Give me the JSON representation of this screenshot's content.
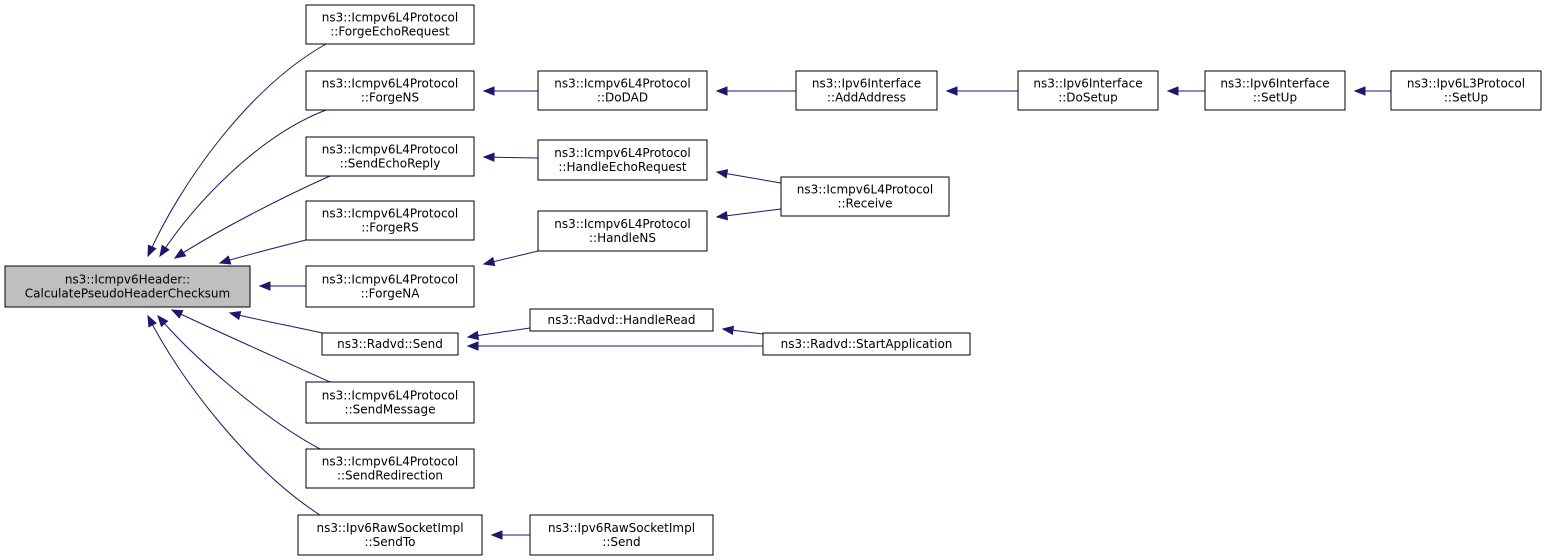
{
  "diagram": {
    "nodes": [
      {
        "id": "root",
        "lines": [
          "ns3::Icmpv6Header::",
          "CalculatePseudoHeaderChecksum"
        ],
        "root": true
      },
      {
        "id": "forge_echo_request",
        "lines": [
          "ns3::Icmpv6L4Protocol",
          "::ForgeEchoRequest"
        ]
      },
      {
        "id": "forge_ns",
        "lines": [
          "ns3::Icmpv6L4Protocol",
          "::ForgeNS"
        ]
      },
      {
        "id": "send_echo_reply",
        "lines": [
          "ns3::Icmpv6L4Protocol",
          "::SendEchoReply"
        ]
      },
      {
        "id": "forge_rs",
        "lines": [
          "ns3::Icmpv6L4Protocol",
          "::ForgeRS"
        ]
      },
      {
        "id": "forge_na",
        "lines": [
          "ns3::Icmpv6L4Protocol",
          "::ForgeNA"
        ]
      },
      {
        "id": "radvd_send",
        "lines": [
          "ns3::Radvd::Send"
        ]
      },
      {
        "id": "send_message",
        "lines": [
          "ns3::Icmpv6L4Protocol",
          "::SendMessage"
        ]
      },
      {
        "id": "send_redirection",
        "lines": [
          "ns3::Icmpv6L4Protocol",
          "::SendRedirection"
        ]
      },
      {
        "id": "raw_send_to",
        "lines": [
          "ns3::Ipv6RawSocketImpl",
          "::SendTo"
        ]
      },
      {
        "id": "do_dad",
        "lines": [
          "ns3::Icmpv6L4Protocol",
          "::DoDAD"
        ]
      },
      {
        "id": "handle_echo_request",
        "lines": [
          "ns3::Icmpv6L4Protocol",
          "::HandleEchoRequest"
        ]
      },
      {
        "id": "handle_ns",
        "lines": [
          "ns3::Icmpv6L4Protocol",
          "::HandleNS"
        ]
      },
      {
        "id": "radvd_handle_read",
        "lines": [
          "ns3::Radvd::HandleRead"
        ]
      },
      {
        "id": "raw_send",
        "lines": [
          "ns3::Ipv6RawSocketImpl",
          "::Send"
        ]
      },
      {
        "id": "add_address",
        "lines": [
          "ns3::Ipv6Interface",
          "::AddAddress"
        ]
      },
      {
        "id": "receive",
        "lines": [
          "ns3::Icmpv6L4Protocol",
          "::Receive"
        ]
      },
      {
        "id": "start_application",
        "lines": [
          "ns3::Radvd::StartApplication"
        ]
      },
      {
        "id": "do_setup",
        "lines": [
          "ns3::Ipv6Interface",
          "::DoSetup"
        ]
      },
      {
        "id": "if_set_up",
        "lines": [
          "ns3::Ipv6Interface",
          "::SetUp"
        ]
      },
      {
        "id": "l3_set_up",
        "lines": [
          "ns3::Ipv6L3Protocol",
          "::SetUp"
        ]
      }
    ],
    "edges": [
      {
        "from": "forge_echo_request",
        "to": "root"
      },
      {
        "from": "forge_ns",
        "to": "root"
      },
      {
        "from": "send_echo_reply",
        "to": "root"
      },
      {
        "from": "forge_rs",
        "to": "root"
      },
      {
        "from": "forge_na",
        "to": "root"
      },
      {
        "from": "radvd_send",
        "to": "root"
      },
      {
        "from": "send_message",
        "to": "root"
      },
      {
        "from": "send_redirection",
        "to": "root"
      },
      {
        "from": "raw_send_to",
        "to": "root"
      },
      {
        "from": "do_dad",
        "to": "forge_ns"
      },
      {
        "from": "add_address",
        "to": "do_dad"
      },
      {
        "from": "do_setup",
        "to": "add_address"
      },
      {
        "from": "if_set_up",
        "to": "do_setup"
      },
      {
        "from": "l3_set_up",
        "to": "if_set_up"
      },
      {
        "from": "handle_echo_request",
        "to": "send_echo_reply"
      },
      {
        "from": "receive",
        "to": "handle_echo_request"
      },
      {
        "from": "handle_ns",
        "to": "forge_na"
      },
      {
        "from": "receive",
        "to": "handle_ns"
      },
      {
        "from": "radvd_handle_read",
        "to": "radvd_send"
      },
      {
        "from": "start_application",
        "to": "radvd_send"
      },
      {
        "from": "start_application",
        "to": "radvd_handle_read"
      },
      {
        "from": "raw_send",
        "to": "raw_send_to"
      }
    ]
  }
}
